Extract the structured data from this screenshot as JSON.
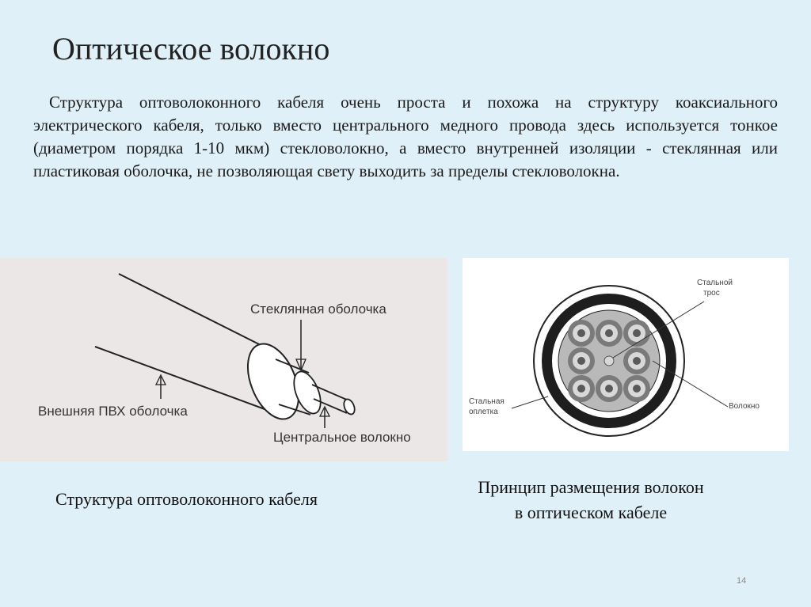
{
  "slide": {
    "title": "Оптическое волокно",
    "paragraph": "Структура оптоволоконного кабеля очень проста и похожа на структуру коаксиального электрического кабеля, только вместо центрального медного провода здесь используется тонкое (диаметром порядка 1-10 мкм) стекловолокно, а вместо внутренней изоляции - стеклянная или пластиковая оболочка, не позволяющая свету выходить за пределы стекловолокна.",
    "page_number": "14"
  },
  "figure_left": {
    "label_glass_sheath": "Стеклянная оболочка",
    "label_outer_pvc": "Внешняя ПВХ оболочка",
    "label_central_fiber": "Центральное волокно",
    "caption": "Структура оптоволоконного кабеля"
  },
  "figure_right": {
    "label_steel_cable_line1": "Стальной",
    "label_steel_cable_line2": "трос",
    "label_steel_braid_line1": "Стальная",
    "label_steel_braid_line2": "оплетка",
    "label_fiber": "Волокно",
    "caption_line1": "Принцип размещения волокон",
    "caption_line2": "в оптическом кабеле"
  }
}
